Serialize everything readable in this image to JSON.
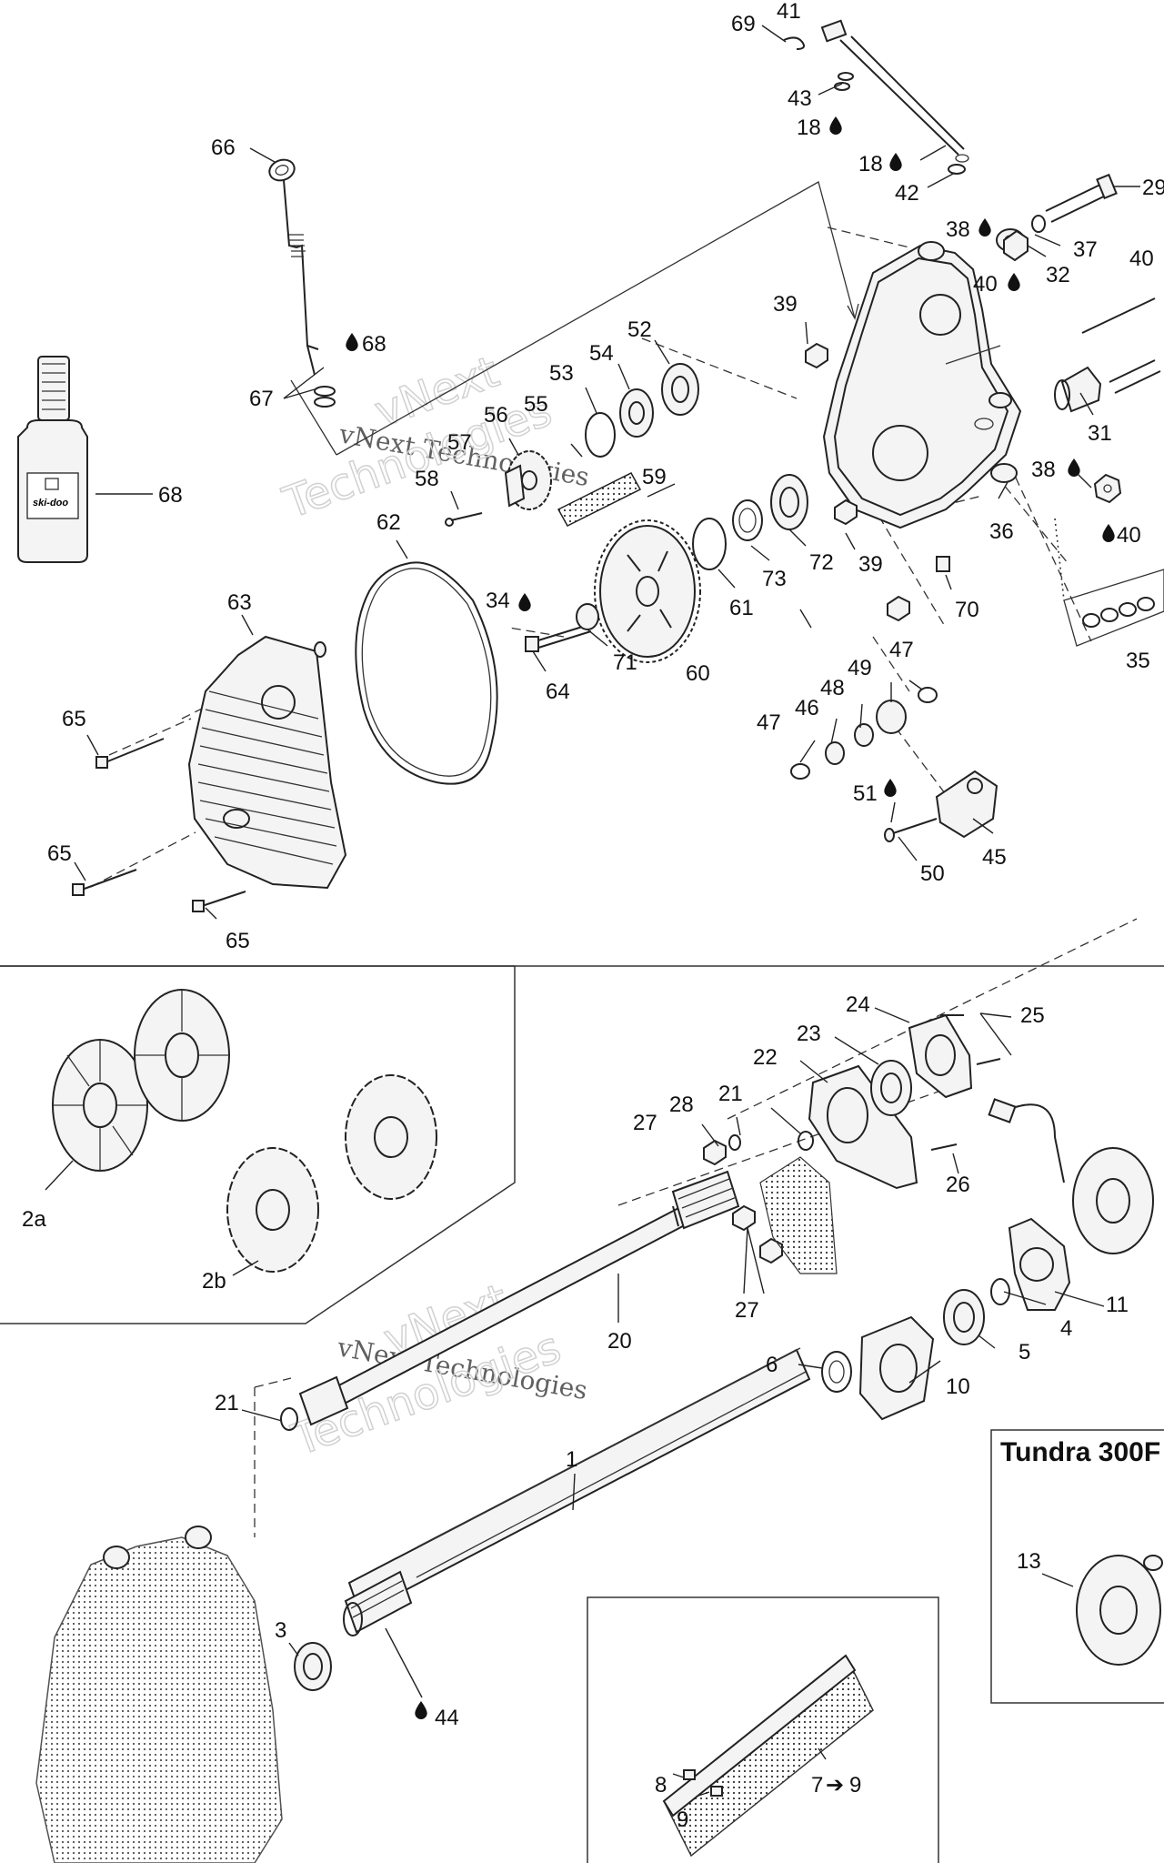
{
  "parts": {
    "p1": "1",
    "p2a": "2a",
    "p2b": "2b",
    "p3": "3",
    "p4": "4",
    "p5": "5",
    "p6": "6",
    "p7": "7",
    "p7arrow": "➔",
    "p7to": "9",
    "p8": "8",
    "p9": "9",
    "p10": "10",
    "p11": "11",
    "p13": "13",
    "p18a": "18",
    "p18b": "18",
    "p20": "20",
    "p21a": "21",
    "p21b": "21",
    "p22": "22",
    "p23": "23",
    "p24": "24",
    "p25": "25",
    "p26": "26",
    "p27a": "27",
    "p27b": "27",
    "p28": "28",
    "p29": "29",
    "p31": "31",
    "p32": "32",
    "p34": "34",
    "p35": "35",
    "p36": "36",
    "p37": "37",
    "p38a": "38",
    "p38b": "38",
    "p39a": "39",
    "p39b": "39",
    "p40a": "40",
    "p40b": "40",
    "p40c": "40",
    "p41": "41",
    "p42": "42",
    "p43": "43",
    "p44": "44",
    "p45": "45",
    "p46": "46",
    "p47a": "47",
    "p47b": "47",
    "p48": "48",
    "p49": "49",
    "p50": "50",
    "p51": "51",
    "p52": "52",
    "p53": "53",
    "p54": "54",
    "p55": "55",
    "p57": "57",
    "p58": "58",
    "p59": "59",
    "p60": "60",
    "p61": "61",
    "p62": "62",
    "p63": "63",
    "p64": "64",
    "p65a": "65",
    "p65b": "65",
    "p65c": "65",
    "p66": "66",
    "p67": "67",
    "p68a": "68",
    "p68b": "68",
    "p69": "69",
    "p70": "70",
    "p71": "71",
    "p72": "72",
    "p73": "73"
  },
  "inset_title": "Tundra 300F",
  "bottle_brand": "ski-doo",
  "watermark": {
    "line1": "vNext Technologies",
    "line2a": "vNext",
    "line2b": "Technologies"
  },
  "icons": [
    "oil-drop-icon",
    "arrow-right-icon"
  ]
}
